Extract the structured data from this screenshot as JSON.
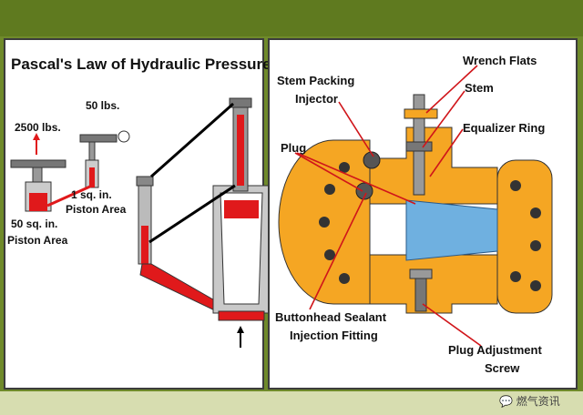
{
  "left_panel": {
    "title": "Pascal's Law of Hydraulic Pressure",
    "label_50lbs": "50 lbs.",
    "label_2500lbs": "2500 lbs.",
    "label_1sqin_a": "1 sq. in.",
    "label_1sqin_b": "Piston Area",
    "label_50sqin_a": "50 sq. in.",
    "label_50sqin_b": "Piston Area"
  },
  "right_panel": {
    "labels": {
      "wrench_flats": "Wrench Flats",
      "stem_packing_a": "Stem Packing",
      "stem_packing_b": "Injector",
      "stem": "Stem",
      "equalizer_ring": "Equalizer Ring",
      "plug": "Plug",
      "buttonhead_a": "Buttonhead Sealant",
      "buttonhead_b": "Injection Fitting",
      "plug_adjust_a": "Plug Adjustment",
      "plug_adjust_b": "Screw"
    }
  },
  "watermark": "燃气资讯",
  "colors": {
    "hydraulic_red": "#e0191b",
    "flange_orange": "#f5a623",
    "plug_blue": "#6fb0e0",
    "frame_green": "#6f8a2a"
  }
}
